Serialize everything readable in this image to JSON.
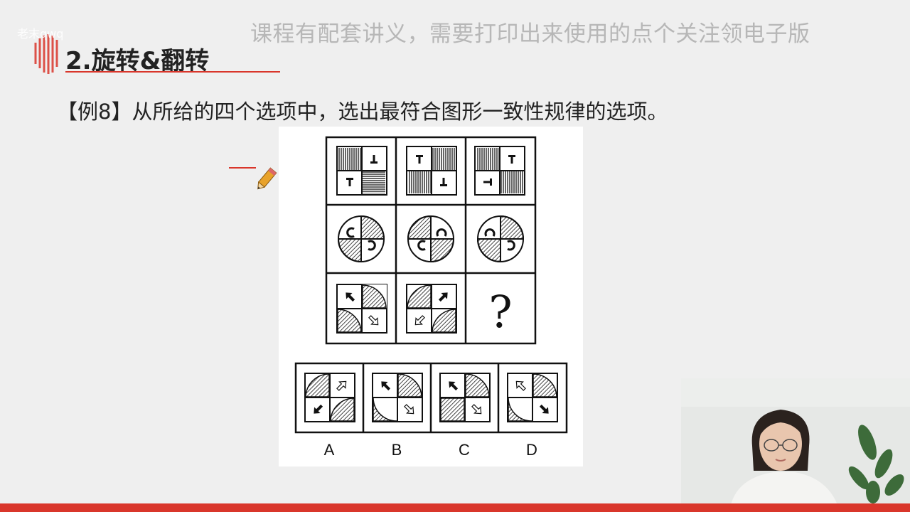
{
  "watermark": {
    "text": "课程有配套讲义，需要打印出来使用的点个关注领电子版"
  },
  "logo": {
    "text": "老末qwq"
  },
  "slide": {
    "heading": "2.旋转&翻转",
    "question": "【例8】从所给的四个选项中，选出最符合图形一致性规律的选项。"
  },
  "puzzle": {
    "question_mark": "?",
    "options": [
      "A",
      "B",
      "C",
      "D"
    ]
  },
  "icons": {
    "pencil": "pencil-icon",
    "logo": "logo-mark-icon"
  },
  "colors": {
    "accent": "#d9362b",
    "background": "#efefef",
    "hatch": "#555555"
  }
}
